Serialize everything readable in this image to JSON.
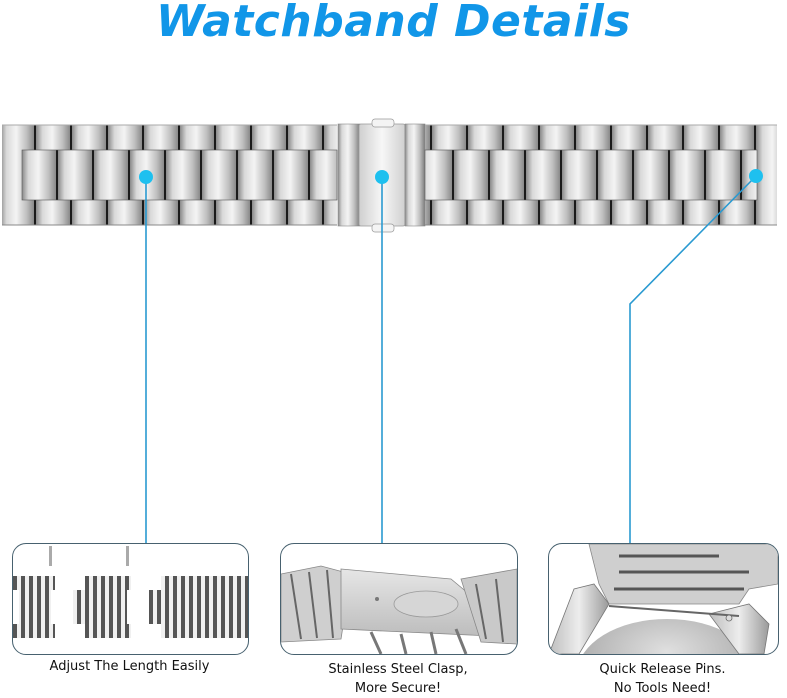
{
  "title": "Watchband Details",
  "colors": {
    "title": "#1196e8",
    "callout_line": "#2a9ad1",
    "callout_dot": "#1ec0ef",
    "panel_border": "#47616f",
    "steel_light": "#f2f2f2",
    "steel_dark": "#6a6a6a"
  },
  "features": [
    {
      "caption_lines": [
        "Adjust The Length Easily"
      ],
      "icon": "link-adjust-diagram"
    },
    {
      "caption_lines": [
        "Stainless Steel Clasp,",
        "More Secure!"
      ],
      "icon": "clasp-photo"
    },
    {
      "caption_lines": [
        "Quick Release Pins.",
        "No Tools Need!"
      ],
      "icon": "quick-release-pin-photo"
    }
  ]
}
